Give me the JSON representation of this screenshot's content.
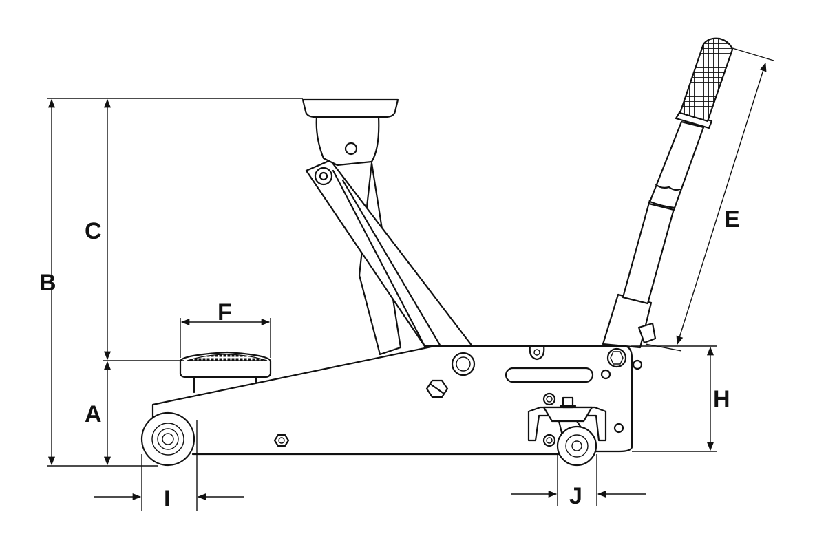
{
  "labels": {
    "A": "A",
    "B": "B",
    "C": "C",
    "E": "E",
    "F": "F",
    "H": "H",
    "I": "I",
    "J": "J"
  },
  "colors": {
    "ink": "#111111",
    "background": "#ffffff"
  }
}
